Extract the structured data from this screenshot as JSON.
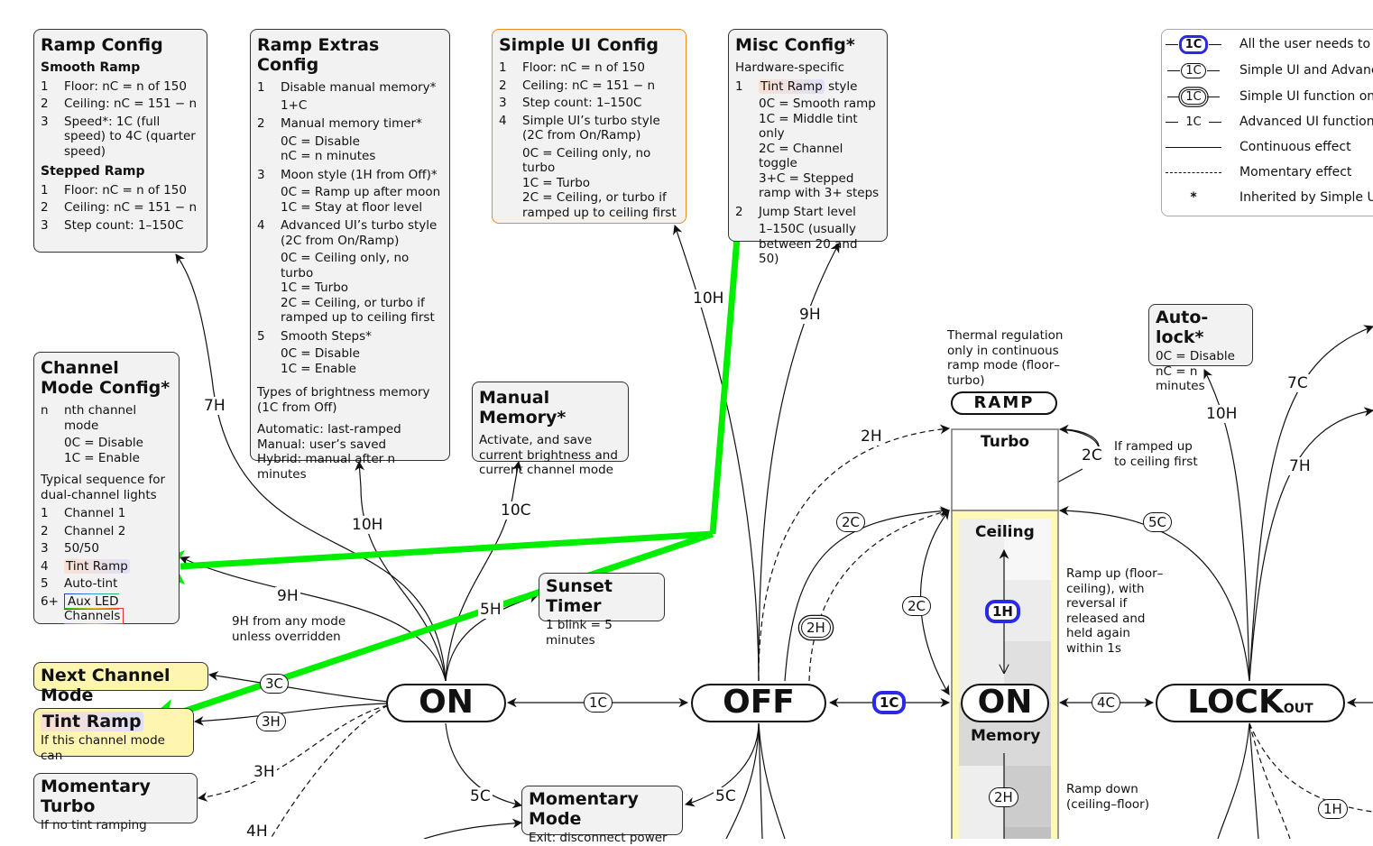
{
  "ramp_config": {
    "title": "Ramp Config",
    "smooth_heading": "Smooth Ramp",
    "smooth_items": [
      {
        "num": "1",
        "text": "Floor: nC = n of 150"
      },
      {
        "num": "2",
        "text": "Ceiling: nC = 151 − n"
      },
      {
        "num": "3",
        "text": "Speed*: 1C (full speed) to 4C (quarter speed)"
      }
    ],
    "stepped_heading": "Stepped Ramp",
    "stepped_items": [
      {
        "num": "1",
        "text": "Floor: nC = n of 150"
      },
      {
        "num": "2",
        "text": "Ceiling: nC = 151 − n"
      },
      {
        "num": "3",
        "text": "Step count: 1–150C"
      }
    ]
  },
  "ramp_extras_config": {
    "title": "Ramp Extras Config",
    "items": [
      {
        "num": "1",
        "text": "Disable manual memory*",
        "sub": [
          "1+C"
        ]
      },
      {
        "num": "2",
        "text": "Manual memory timer*",
        "sub": [
          "0C = Disable",
          "nC = n minutes"
        ]
      },
      {
        "num": "3",
        "text": "Moon style (1H from Off)*",
        "sub": [
          "0C = Ramp up after moon",
          "1C = Stay at floor level"
        ]
      },
      {
        "num": "4",
        "text": "Advanced UI’s turbo style (2C from On/Ramp)",
        "sub": [
          "0C = Ceiling only, no turbo",
          "1C = Turbo",
          "2C = Ceiling, or turbo if ramped up to ceiling first"
        ]
      },
      {
        "num": "5",
        "text": "Smooth Steps*",
        "sub": [
          "0C = Disable",
          "1C = Enable"
        ]
      }
    ],
    "memory_heading": "Types of brightness memory (1C from Off)",
    "memory_types": [
      "Automatic: last-ramped",
      "Manual: user’s saved",
      "Hybrid: manual after n minutes"
    ]
  },
  "simple_ui_config": {
    "title": "Simple UI Config",
    "items": [
      {
        "num": "1",
        "text": "Floor: nC = n of 150"
      },
      {
        "num": "2",
        "text": "Ceiling: nC = 151 − n"
      },
      {
        "num": "3",
        "text": "Step count: 1–150C"
      },
      {
        "num": "4",
        "text": "Simple UI’s turbo style (2C from On/Ramp)",
        "sub": [
          "0C = Ceiling only, no turbo",
          "1C = Turbo",
          "2C = Ceiling, or turbo if ramped up to ceiling first"
        ]
      }
    ]
  },
  "misc_config": {
    "title": "Misc Config*",
    "subtitle": "Hardware-specific",
    "item1_num": "1",
    "item1_tint": "Tint Ramp",
    "item1_rest": " style",
    "item1_sub": [
      "0C = Smooth ramp",
      "1C = Middle tint only",
      "2C = Channel toggle",
      "3+C = Stepped ramp with 3+ steps"
    ],
    "item2_num": "2",
    "item2_text": "Jump Start level",
    "item2_sub": [
      "1–150C (usually between 20 and 50)"
    ]
  },
  "channel_mode_config": {
    "title": "Channel Mode Config*",
    "n_label": "n",
    "n_text": "nth channel mode",
    "n_sub": [
      "0C = Disable",
      "1C = Enable"
    ],
    "sequence_heading": "Typical sequence for dual-channel lights",
    "sequence": [
      {
        "num": "1",
        "text": "Channel 1"
      },
      {
        "num": "2",
        "text": "Channel 2"
      },
      {
        "num": "3",
        "text": "50/50"
      },
      {
        "num": "4",
        "text": "Tint Ramp",
        "style": "tint"
      },
      {
        "num": "5",
        "text": "Auto-tint"
      },
      {
        "num": "6+",
        "text": "Aux LED Channels",
        "style": "aux"
      }
    ]
  },
  "manual_memory": {
    "title": "Manual Memory*",
    "text": "Activate, and save current brightness and current channel mode"
  },
  "sunset_timer": {
    "title": "Sunset Timer",
    "text": "1 blink = 5 minutes"
  },
  "momentary_mode": {
    "title": "Momentary Mode",
    "text": "Exit: disconnect power"
  },
  "auto_lock": {
    "title": "Auto-lock*",
    "lines": [
      "0C = Disable",
      "nC = n minutes"
    ]
  },
  "next_channel_mode": {
    "title": "Next Channel Mode"
  },
  "tint_ramp_box": {
    "title": "Tint Ramp",
    "text": "If this channel mode can"
  },
  "momentary_turbo": {
    "title": "Momentary Turbo",
    "text": "If no tint ramping"
  },
  "states": {
    "on": "ON",
    "off": "OFF",
    "on_memory": "ON",
    "memory_label": "Memory",
    "lockout": "LOCK",
    "lockout_sub": "OUT",
    "ramp": "RAMP",
    "turbo": "Turbo",
    "ceiling": "Ceiling"
  },
  "notes": {
    "thermal": "Thermal regulation only in continuous ramp mode (floor–turbo)",
    "if_ramped": "If ramped up to ceiling first",
    "ramp_up": "Ramp up (floor–ceiling), with reversal if released and held again within 1s",
    "ramp_down": "Ramp down (ceiling–floor)",
    "nine_h": "9H from any mode unless overridden"
  },
  "edge_labels": {
    "on_7h": "7H",
    "on_10h": "10H",
    "on_10c": "10C",
    "on_9h": "9H",
    "on_5h": "5H",
    "on_3c": "3C",
    "on_3h_pill": "3H",
    "on_3h_dash": "3H",
    "on_4h": "4H",
    "on_5c": "5C",
    "on_off_1c": "1C",
    "off_10h": "10H",
    "off_9h": "9H",
    "off_2h": "2H",
    "off_2c_pill": "2C",
    "off_2h_pill": "2H",
    "off_mem_1c": "1C",
    "off_5c": "5C",
    "ramp_2c": "2C",
    "turbo_2c": "2C",
    "lock_5c": "5C",
    "ramp_1h": "1H",
    "ramp_2h": "2H",
    "mem_lock_4c": "4C",
    "lock_10h": "10H",
    "lock_7c": "7C",
    "lock_7h": "7H",
    "lock_1h": "1H"
  },
  "legend": [
    {
      "symbol": "1C",
      "style": "blue",
      "text": "All the user needs to know"
    },
    {
      "symbol": "1C",
      "style": "pill",
      "text": "Simple UI and Advanced UI"
    },
    {
      "symbol": "1C",
      "style": "double",
      "text": "Simple UI function only"
    },
    {
      "symbol": "1C",
      "style": "plain",
      "text": "Advanced UI function only"
    },
    {
      "symbol": "",
      "style": "solid-line",
      "text": "Continuous effect"
    },
    {
      "symbol": "",
      "style": "dashed-line",
      "text": "Momentary effect"
    },
    {
      "symbol": "*",
      "style": "star",
      "text": "Inherited by Simple UI"
    }
  ],
  "annotation_color": "#00ee00",
  "highlight_blue": "#2929e6"
}
